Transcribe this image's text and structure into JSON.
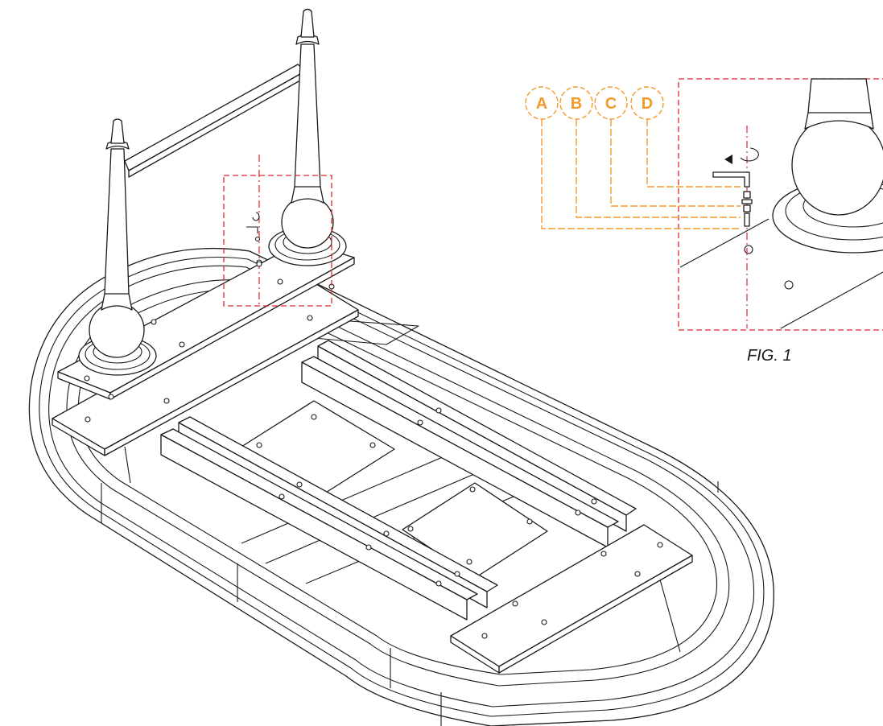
{
  "figure": {
    "caption": "FIG. 1"
  },
  "callouts": [
    {
      "letter": "A"
    },
    {
      "letter": "B"
    },
    {
      "letter": "C"
    },
    {
      "letter": "D"
    }
  ],
  "colors": {
    "line": "#1a1a1a",
    "detail_box": "#e0262b",
    "callout": "#f39a2c"
  }
}
